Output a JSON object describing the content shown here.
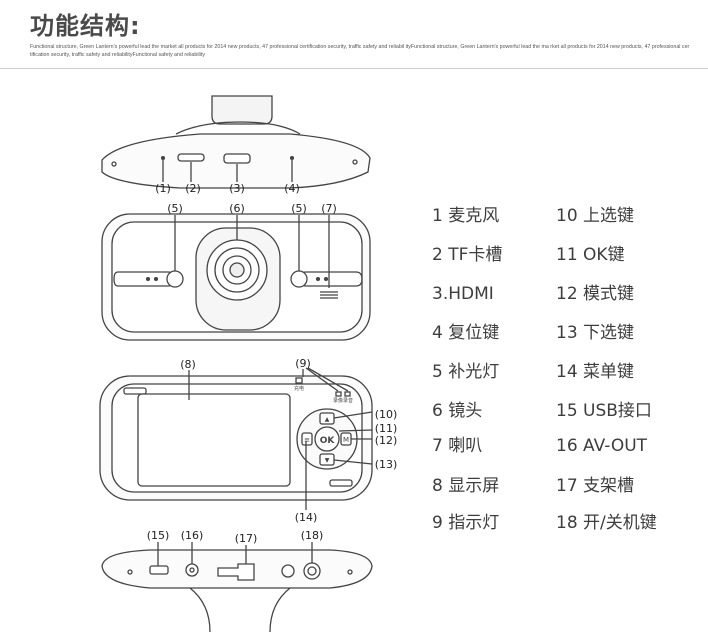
{
  "header": {
    "title": "功能结构:",
    "description": "Functional structure, Green Lantern's powerful lead the market all products for 2014 new products, 47 professional certification security, traffic safety and reliabil ityFunctional structure, Green Lantern's powerful lead the ma rket all products for 2014 new products, 47 professional certification security, traffic safety and reliabilityFunctional safety and reliability"
  },
  "callouts": [
    "(1)",
    "(2)",
    "(3)",
    "(4)",
    "(5)",
    "(6)",
    "(5)",
    "(7)",
    "(8)",
    "(9)",
    "(10)",
    "(11)",
    "(12)",
    "(13)",
    "(14)",
    "(15)",
    "(16)",
    "(17)",
    "(18)"
  ],
  "buttons": {
    "ok": "OK",
    "mode": "M",
    "menu": "≡",
    "up": "▲",
    "down": "▼"
  },
  "indicators": {
    "left": "充电",
    "mid": "录像",
    "right": "录音"
  },
  "legend_left": [
    "1 麦克风",
    "2 TF卡槽",
    "3.HDMI",
    "4 复位键",
    "5 补光灯",
    "6 镜头",
    "7 喇叭",
    "8 显示屏",
    "9 指示灯"
  ],
  "legend_right": [
    "10 上选键",
    "11 OK键",
    "12 模式键",
    "13 下选键",
    "14 菜单键",
    "15 USB接口",
    "16 AV-OUT",
    "17 支架槽",
    "18 开/关机键"
  ]
}
